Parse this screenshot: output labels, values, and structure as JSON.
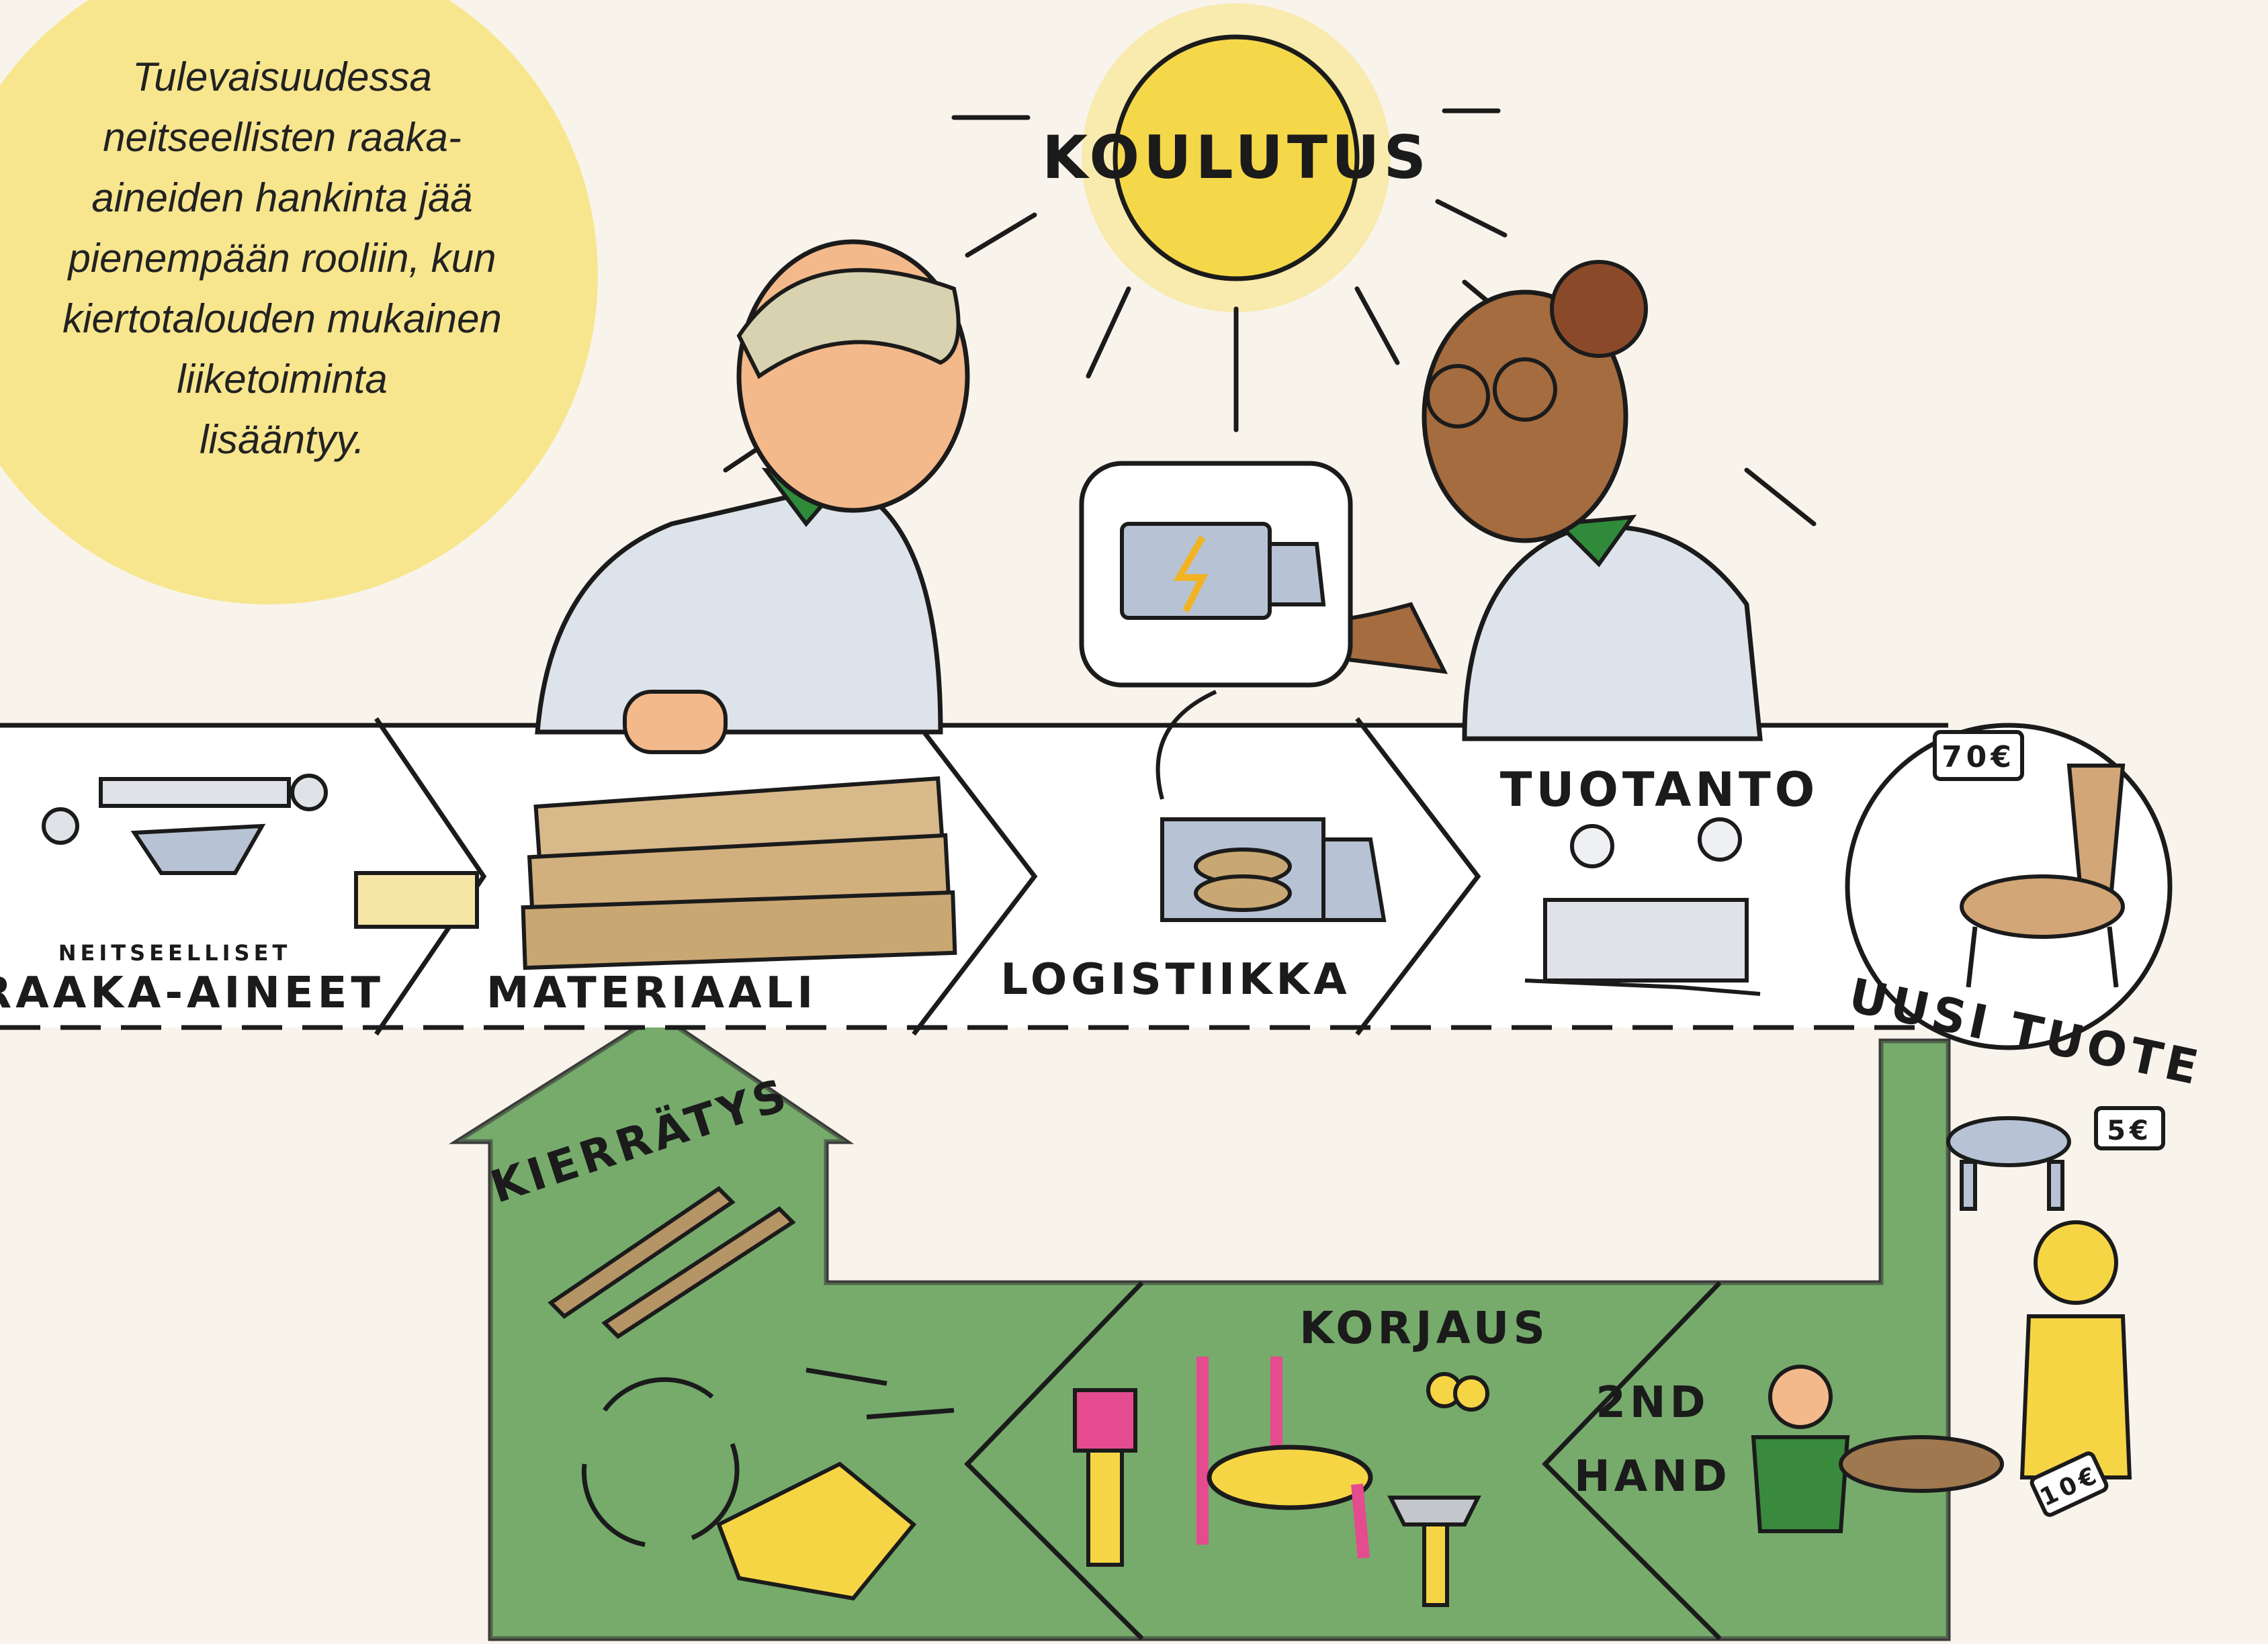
{
  "note": "Tulevaisuudessa\nneitseellisten raaka-\naineiden hankinta jää\npienempään rooliin, kun\nkiertotalouden mukainen\nliiketoiminta\nlisääntyy.",
  "sun_label": "KOULUTUS",
  "stages": {
    "raw_small": "NEITSEELLISET",
    "raw": "RAAKA-AINEET",
    "material": "MATERIAALI",
    "logistics": "LOGISTIIKKA",
    "production": "TUOTANTO",
    "new_product": "UUSI TUOTE"
  },
  "loop": {
    "recycling": "KIERRÄTYS",
    "repair": "KORJAUS",
    "second_hand_1": "2ND",
    "second_hand_2": "HAND"
  },
  "prices": {
    "new_chair": "70€",
    "stool": "5€",
    "used_chair": "10€"
  },
  "colors": {
    "note_circle": "#f8e68e",
    "sun": "#f5d84a",
    "green_band": "#5c9a55",
    "uniform_collar": "#2f8a3a"
  }
}
